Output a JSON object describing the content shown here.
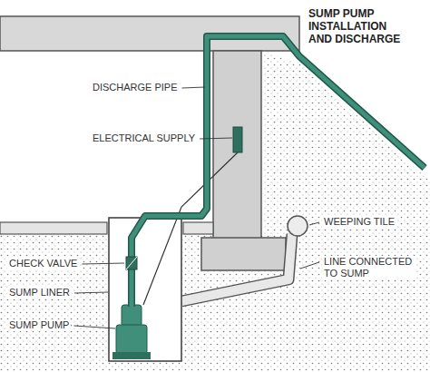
{
  "diagram": {
    "title": "SUMP PUMP INSTALLATION AND DISCHARGE",
    "labels": [
      "DISCHARGE PIPE",
      "ELECTRICAL SUPPLY",
      "CHECK VALVE",
      "SUMP LINER",
      "SUMP PUMP",
      "WEEPING TILE",
      "LINE CONNECTED TO SUMP"
    ]
  }
}
